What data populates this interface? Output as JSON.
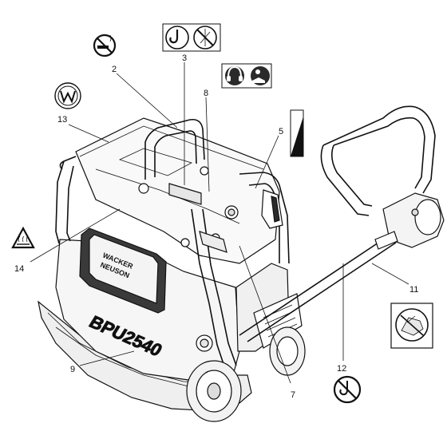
{
  "callouts": [
    {
      "id": "c2",
      "label": "2"
    },
    {
      "id": "c3",
      "label": "3"
    },
    {
      "id": "c5",
      "label": "5"
    },
    {
      "id": "c7",
      "label": "7"
    },
    {
      "id": "c8",
      "label": "8"
    },
    {
      "id": "c9",
      "label": "9"
    },
    {
      "id": "c11",
      "label": "11"
    },
    {
      "id": "c12",
      "label": "12"
    },
    {
      "id": "c13",
      "label": "13"
    },
    {
      "id": "c14",
      "label": "14"
    }
  ],
  "machine": {
    "brand_line1": "WACKER",
    "brand_line2": "NEUSON",
    "model": "BPU2540"
  },
  "icons": [
    "no-smoking-icon",
    "lifting-hook-icon",
    "no-fan-icon",
    "ear-protection-icon",
    "read-manual-icon",
    "wacker-logo-icon",
    "hot-surface-warning-icon",
    "fill-level-icon",
    "machine-diagram-label-icon",
    "no-lifting-icon"
  ],
  "colors": {
    "line": "#111111",
    "fill_light": "#f2f2f2",
    "fill_mid": "#d8d8d8",
    "fill_dark": "#2a2a2a"
  }
}
